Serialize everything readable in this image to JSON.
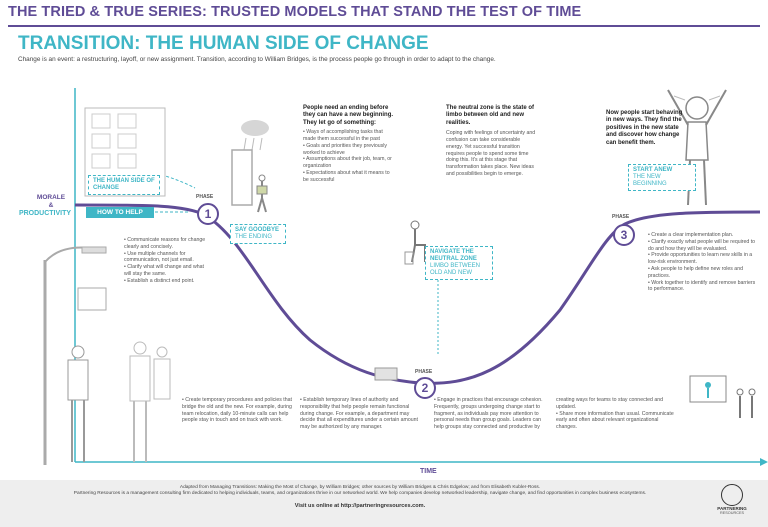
{
  "header": {
    "series_title": "THE TRIED & TRUE SERIES: TRUSTED MODELS THAT STAND THE TEST OF TIME",
    "main_title": "TRANSITION: THE HUMAN SIDE OF CHANGE",
    "intro": "Change is an event: a restructuring, layoff, or new assignment. Transition, according to William Bridges, is the process people go through in order to adapt to the change."
  },
  "axes": {
    "y_label_1": "MORALE",
    "y_label_amp": "&",
    "y_label_2": "PRODUCTIVITY",
    "x_label": "TIME"
  },
  "labels": {
    "human_side": "THE HUMAN SIDE OF CHANGE",
    "how_to_help": "HOW TO HELP",
    "phase_word": "PHASE"
  },
  "phases": [
    {
      "number": "1",
      "box_title": "SAY GOODBYE",
      "box_sub": "THE ENDING",
      "top_bold": "People need an ending before they can have a new beginning. They let go of something:",
      "top_bullets": [
        "• Ways of accomplishing tasks that made them successful in the past",
        "• Goals and priorities they previously worked to achieve",
        "• Assumptions about their job, team, or organization",
        "• Expectations about what it means to be successful"
      ],
      "help_bullets": [
        "• Communicate reasons for change clearly and concisely.",
        "• Use multiple channels for communication, not just email.",
        "• Clarify what will change and what will stay the same.",
        "• Establish a distinct end point."
      ]
    },
    {
      "number": "2",
      "box_title": "NAVIGATE THE NEUTRAL ZONE",
      "box_sub": "LIMBO BETWEEN OLD AND NEW",
      "top_bold": "The neutral zone is the state of limbo between old and new realities.",
      "top_body": "Coping with feelings of uncertainty and confusion can take considerable energy. Yet successful transition requires people to spend some time doing this. It's at this stage that transformation takes place. New ideas and possibilities begin to emerge."
    },
    {
      "number": "3",
      "box_title": "START ANEW",
      "box_sub": "THE NEW BEGINNING",
      "top_bold": "Now people start behaving in new ways. They find the positives in the new state and discover how change can benefit them.",
      "help_bullets": [
        "• Create a clear implementation plan.",
        "• Clarify exactly what people will be required to do and how they will be evaluated.",
        "• Provide opportunities to learn new skills in a low-risk environment.",
        "• Ask people to help define new roles and practices.",
        "• Work together to identify and remove barriers to performance."
      ]
    }
  ],
  "bottom_columns": [
    "• Create temporary procedures and policies that bridge the old and the new. For example, during team relocation, daily 10-minute calls can help people stay in touch and on track with work.",
    "• Establish temporary lines of authority and responsibility that help people remain functional during change. For example, a department may decide that all expenditures under a certain amount may be authorized by any manager.",
    "• Engage in practices that encourage cohesion. Frequently, groups undergoing change start to fragment, as individuals pay more attention to personal needs than group goals. Leaders can help groups stay connected and productive by",
    "creating ways for teams to stay connected and updated.\n• Share more information than usual. Communicate early and often about relevant organizational changes."
  ],
  "footer": {
    "line1": "Adapted from Managing Transitions: Making the Most of Change, by William Bridges; other sources by William Bridges & Chris Edgelow; and from Elisabeth Kubler-Ross.",
    "line2": "Partnering Resources is a management consulting firm dedicated to helping individuals, teams, and organizations thrive in our networked world. We help companies develop networked leadership, navigate change, and find opportunities in complex business ecosystems.",
    "visit": "Visit us online at http://partneringresources.com.",
    "logo_text": "PARTNERING",
    "logo_sub": "RESOURCES"
  },
  "colors": {
    "purple": "#5f4c96",
    "teal": "#3fb6c6",
    "gray": "#bfbfbf"
  }
}
